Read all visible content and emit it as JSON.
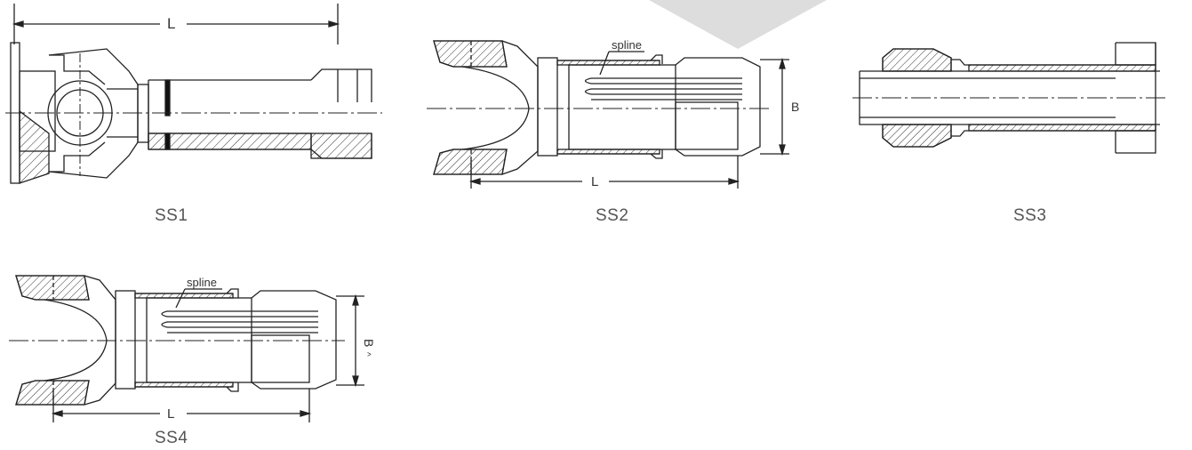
{
  "colors": {
    "line": "#222222",
    "hatch": "#333333",
    "bg": "#ffffff",
    "decor": "#dddddd"
  },
  "figures": [
    {
      "caption": "SS1",
      "dimension_label": "L"
    },
    {
      "caption": "SS2",
      "dimension_label": "L",
      "diameter_label": "B",
      "callout": "spline"
    },
    {
      "caption": "SS3"
    },
    {
      "caption": "SS4",
      "dimension_label": "L",
      "diameter_label": "B",
      "callout": "spline",
      "diameter_mark": "^"
    }
  ]
}
